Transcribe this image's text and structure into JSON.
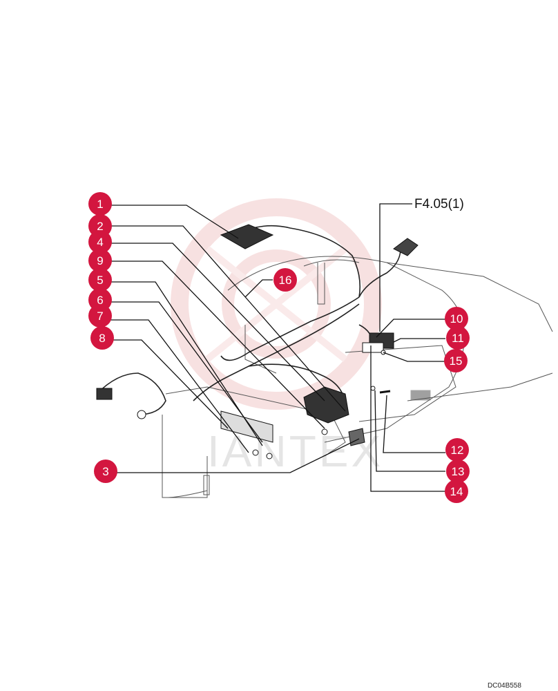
{
  "figure_reference": "F4.05(1)",
  "drawing_code": "DC04B558",
  "watermark_text": "IANTEX",
  "colors": {
    "callout": "#d3163f",
    "callout_text": "#ffffff",
    "line": "#111111",
    "watermark": "#f2c9c9"
  },
  "callouts": [
    {
      "id": "c1",
      "label": "1"
    },
    {
      "id": "c2",
      "label": "2"
    },
    {
      "id": "c4",
      "label": "4"
    },
    {
      "id": "c9",
      "label": "9"
    },
    {
      "id": "c5",
      "label": "5"
    },
    {
      "id": "c6",
      "label": "6"
    },
    {
      "id": "c7",
      "label": "7"
    },
    {
      "id": "c8",
      "label": "8"
    },
    {
      "id": "c3",
      "label": "3"
    },
    {
      "id": "c16",
      "label": "16"
    },
    {
      "id": "c10",
      "label": "10"
    },
    {
      "id": "c11",
      "label": "11"
    },
    {
      "id": "c15",
      "label": "15"
    },
    {
      "id": "c12",
      "label": "12"
    },
    {
      "id": "c13",
      "label": "13"
    },
    {
      "id": "c14",
      "label": "14"
    }
  ]
}
